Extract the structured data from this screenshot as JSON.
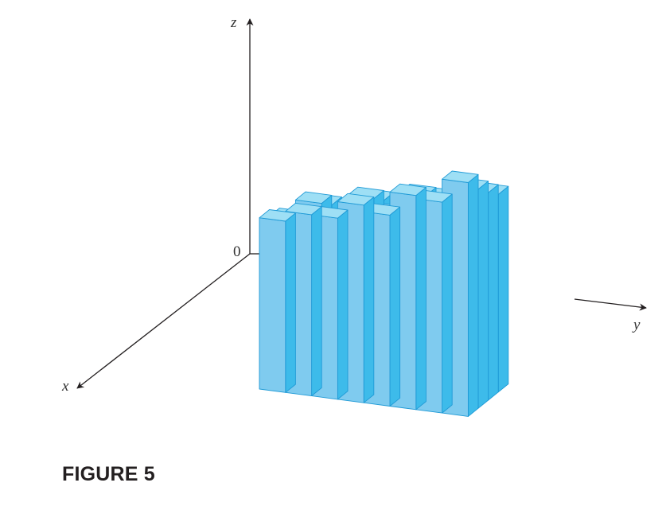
{
  "figure": {
    "caption": "FIGURE 5",
    "axes": {
      "x": "x",
      "y": "y",
      "z": "z",
      "origin": "0"
    },
    "colors": {
      "top": "#9edff5",
      "front": "#7fcbef",
      "side": "#3dbbea",
      "edge": "#1f9ad6",
      "axis": "#231f20"
    },
    "grid": {
      "rows": 4,
      "columns": 8
    },
    "column_heights": [
      [
        0.88,
        0.99,
        0.92,
        1.07,
        0.99,
        1.13,
        1.05,
        1.2
      ],
      [
        0.94,
        1.06,
        0.98,
        1.13,
        1.05,
        1.19,
        1.11,
        1.26
      ],
      [
        1.0,
        1.12,
        1.04,
        1.19,
        1.11,
        1.25,
        1.17,
        1.33
      ],
      [
        1.04,
        1.1,
        1.1,
        1.2,
        1.16,
        1.3,
        1.28,
        1.42
      ]
    ]
  }
}
